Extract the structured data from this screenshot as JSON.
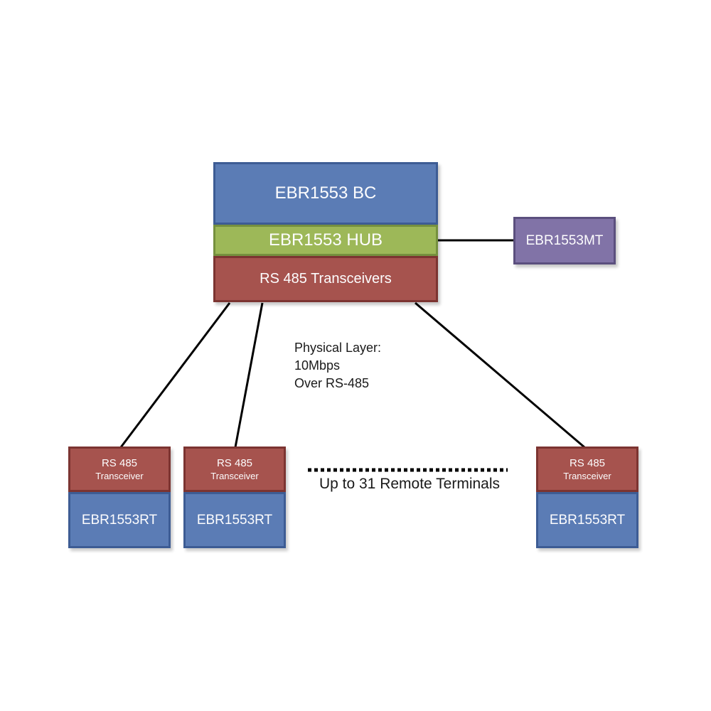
{
  "main_stack": {
    "bc_label": "EBR1553 BC",
    "hub_label": "EBR1553 HUB",
    "transceivers_label": "RS 485 Transceivers"
  },
  "mt_box": {
    "label": "EBR1553MT"
  },
  "remote_terminals": [
    {
      "transceiver_line1": "RS 485",
      "transceiver_line2": "Transceiver",
      "rt_label": "EBR1553RT"
    },
    {
      "transceiver_line1": "RS 485",
      "transceiver_line2": "Transceiver",
      "rt_label": "EBR1553RT"
    },
    {
      "transceiver_line1": "RS 485",
      "transceiver_line2": "Transceiver",
      "rt_label": "EBR1553RT"
    }
  ],
  "notes": {
    "physical_layer_line1": "Physical Layer:",
    "physical_layer_line2": "10Mbps",
    "physical_layer_line3": "Over RS-485",
    "remote": "Up to 31 Remote Terminals"
  },
  "colors": {
    "blue_fill": "#5b7cb5",
    "blue_border": "#3d5c94",
    "green_fill": "#9db858",
    "green_border": "#75903e",
    "red_fill": "#a6534e",
    "red_border": "#7c3431",
    "purple_fill": "#8173a7",
    "purple_border": "#5b4f7e",
    "connector_line": "#000000",
    "background": "#ffffff",
    "box_text": "#fdfdfe",
    "note_text": "#1a1a1a"
  }
}
